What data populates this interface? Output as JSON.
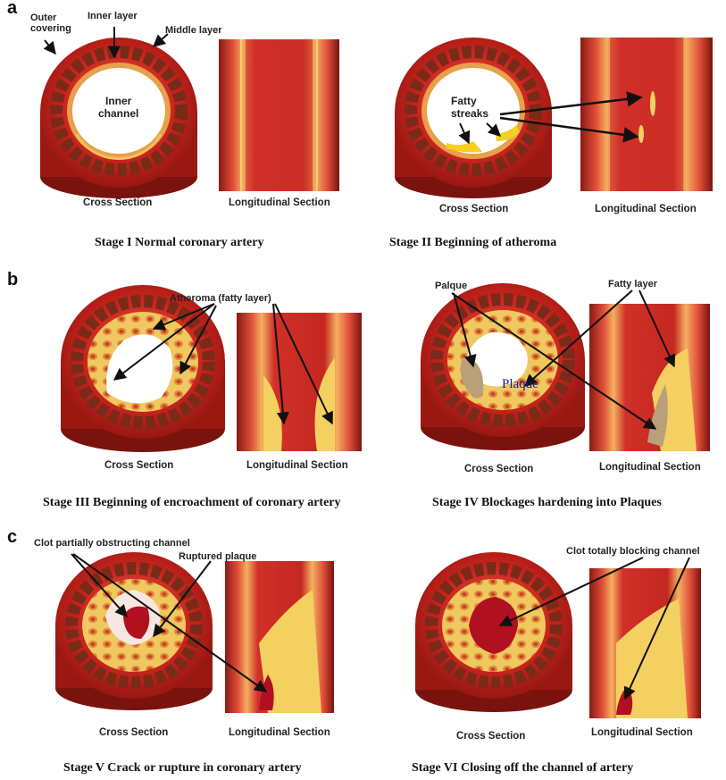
{
  "panels": {
    "a": {
      "letter": "a",
      "stage1": {
        "caption": "Stage I  Normal coronary artery",
        "labels": {
          "outer_covering": "Outer\ncovering",
          "inner_layer": "Inner layer",
          "middle_layer": "Middle layer",
          "inner_channel": "Inner\nchannel"
        },
        "cross_section": "Cross Section",
        "longitudinal_section": "Longitudinal Section"
      },
      "stage2": {
        "caption": "Stage II Beginning of atheroma",
        "labels": {
          "fatty_streaks": "Fatty\nstreaks"
        },
        "cross_section": "Cross Section",
        "longitudinal_section": "Longitudinal Section"
      }
    },
    "b": {
      "letter": "b",
      "stage3": {
        "caption": "Stage III Beginning of encroachment of coronary artery",
        "labels": {
          "atheroma": "Atheroma (fatty layer)"
        },
        "cross_section": "Cross Section",
        "longitudinal_section": "Longitudinal Section"
      },
      "stage4": {
        "caption": "Stage IV  Blockages hardening into  Plaques",
        "labels": {
          "palque": "Palque",
          "fatty_layer": "Fatty layer",
          "plaque": "Plaque"
        },
        "cross_section": "Cross Section",
        "longitudinal_section": "Longitudinal Section"
      }
    },
    "c": {
      "letter": "c",
      "stage5": {
        "caption": "Stage V  Crack or rupture in coronary artery",
        "labels": {
          "clot_partial": "Clot partially obstructing channel",
          "ruptured_plaque": "Ruptured plaque"
        },
        "cross_section": "Cross Section",
        "longitudinal_section": "Longitudinal Section"
      },
      "stage6": {
        "caption": "Stage VI Closing off the channel of artery",
        "labels": {
          "clot_total": "Clot totally blocking channel"
        },
        "cross_section": "Cross Section",
        "longitudinal_section": "Longitudinal Section"
      }
    }
  },
  "colors": {
    "outer_wall": "#c8241c",
    "middle_layer": "#8a2a18",
    "inner_layer": "#e8a04a",
    "fat": "#f4d060",
    "plaque": "#b9a07a",
    "clot": "#b01020",
    "arrow": "#111111"
  }
}
